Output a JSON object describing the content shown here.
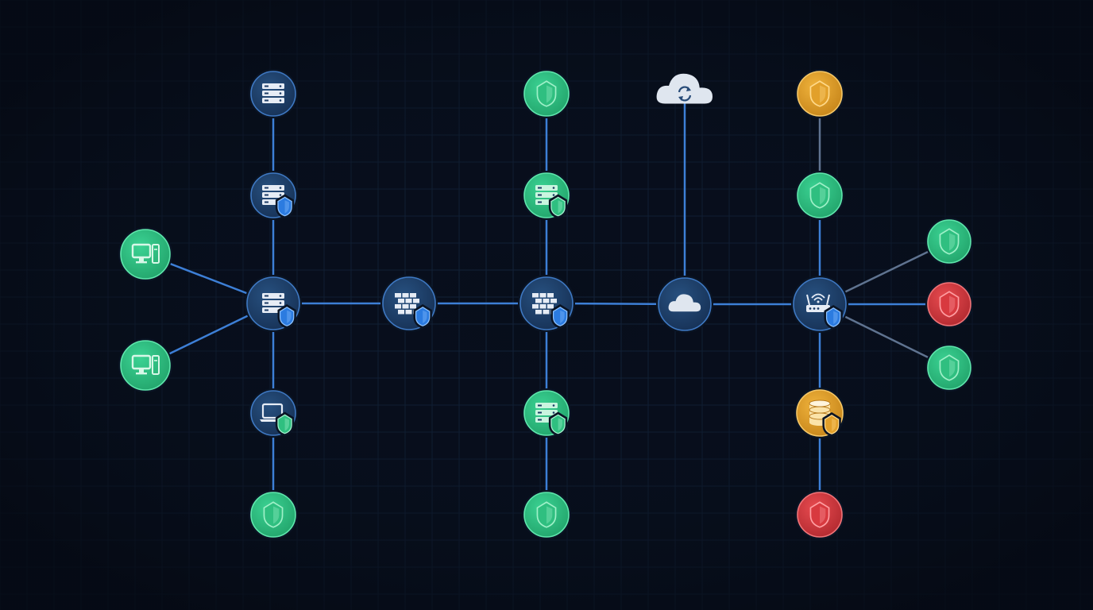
{
  "palette": {
    "background": "#070d1a",
    "grid": "#13233a",
    "link_blue": "#3d7fd6",
    "link_gray": "#5f7390",
    "node_blue": "#1d3c66",
    "node_blue_stroke": "#3e78c2",
    "device_white": "#e6ecf5",
    "badge_blue": "#2b7be0",
    "secure_green": "#2fbf80",
    "warning_amber": "#e2a02a",
    "critical_red": "#d8393f",
    "cloud_white": "#dfe6ef"
  },
  "legend": {},
  "nodes": [
    {
      "id": "rack-top",
      "name": "server-node-icon",
      "kind": "server",
      "status": "infra",
      "badge": false
    },
    {
      "id": "rack-mid",
      "name": "server-node-icon",
      "kind": "server",
      "status": "infra",
      "badge": true
    },
    {
      "id": "core-server",
      "name": "core-server-icon",
      "kind": "server",
      "status": "infra",
      "badge": true
    },
    {
      "id": "desktop-1",
      "name": "desktop-icon",
      "kind": "desktop",
      "status": "secure",
      "badge": false
    },
    {
      "id": "desktop-2",
      "name": "desktop-icon",
      "kind": "desktop",
      "status": "secure",
      "badge": false
    },
    {
      "id": "laptop",
      "name": "laptop-icon",
      "kind": "laptop",
      "status": "infra",
      "badge": true
    },
    {
      "id": "shield-bl",
      "name": "shield-icon",
      "kind": "shield",
      "status": "secure",
      "badge": false
    },
    {
      "id": "firewall-1",
      "name": "firewall-icon",
      "kind": "firewall",
      "status": "infra",
      "badge": true
    },
    {
      "id": "firewall-2",
      "name": "firewall-icon",
      "kind": "firewall",
      "status": "infra",
      "badge": true
    },
    {
      "id": "shield-t2",
      "name": "shield-icon",
      "kind": "shield",
      "status": "secure",
      "badge": false
    },
    {
      "id": "server-g1",
      "name": "server-node-icon",
      "kind": "server",
      "status": "secure",
      "badge": true
    },
    {
      "id": "server-g2",
      "name": "server-node-icon",
      "kind": "server",
      "status": "secure",
      "badge": true
    },
    {
      "id": "shield-b2",
      "name": "shield-icon",
      "kind": "shield",
      "status": "secure",
      "badge": false
    },
    {
      "id": "cloud-sync",
      "name": "cloud-sync-icon",
      "kind": "cloudsync",
      "status": "infra",
      "badge": false
    },
    {
      "id": "cloud-hub",
      "name": "cloud-icon",
      "kind": "cloud",
      "status": "infra",
      "badge": false
    },
    {
      "id": "shield-amber",
      "name": "shield-icon",
      "kind": "shield",
      "status": "warning",
      "badge": false
    },
    {
      "id": "shield-r2",
      "name": "shield-icon",
      "kind": "shield",
      "status": "secure",
      "badge": false
    },
    {
      "id": "router",
      "name": "wifi-router-icon",
      "kind": "router",
      "status": "infra",
      "badge": true
    },
    {
      "id": "shield-e1",
      "name": "shield-icon",
      "kind": "shield",
      "status": "secure",
      "badge": false
    },
    {
      "id": "shield-e2",
      "name": "shield-icon",
      "kind": "shield",
      "status": "critical",
      "badge": false
    },
    {
      "id": "shield-e3",
      "name": "shield-icon",
      "kind": "shield",
      "status": "secure",
      "badge": false
    },
    {
      "id": "database",
      "name": "database-icon",
      "kind": "database",
      "status": "warning",
      "badge": true
    },
    {
      "id": "shield-red",
      "name": "shield-icon",
      "kind": "shield",
      "status": "critical",
      "badge": false
    }
  ],
  "links": [
    {
      "from": "rack-top",
      "to": "rack-mid",
      "style": "blue"
    },
    {
      "from": "rack-mid",
      "to": "core-server",
      "style": "blue"
    },
    {
      "from": "core-server",
      "to": "laptop",
      "style": "blue"
    },
    {
      "from": "laptop",
      "to": "shield-bl",
      "style": "blue"
    },
    {
      "from": "desktop-1",
      "to": "core-server",
      "style": "blue"
    },
    {
      "from": "desktop-2",
      "to": "core-server",
      "style": "blue"
    },
    {
      "from": "core-server",
      "to": "firewall-1",
      "style": "blue"
    },
    {
      "from": "firewall-1",
      "to": "firewall-2",
      "style": "blue"
    },
    {
      "from": "shield-t2",
      "to": "server-g1",
      "style": "blue"
    },
    {
      "from": "server-g1",
      "to": "firewall-2",
      "style": "blue"
    },
    {
      "from": "firewall-2",
      "to": "server-g2",
      "style": "blue"
    },
    {
      "from": "server-g2",
      "to": "shield-b2",
      "style": "blue"
    },
    {
      "from": "firewall-2",
      "to": "cloud-hub",
      "style": "blue"
    },
    {
      "from": "cloud-sync",
      "to": "cloud-hub",
      "style": "blue"
    },
    {
      "from": "cloud-hub",
      "to": "router",
      "style": "blue"
    },
    {
      "from": "shield-amber",
      "to": "shield-r2",
      "style": "gray"
    },
    {
      "from": "shield-r2",
      "to": "router",
      "style": "blue"
    },
    {
      "from": "router",
      "to": "database",
      "style": "blue"
    },
    {
      "from": "database",
      "to": "shield-red",
      "style": "blue"
    },
    {
      "from": "router",
      "to": "shield-e1",
      "style": "gray"
    },
    {
      "from": "router",
      "to": "shield-e2",
      "style": "blue"
    },
    {
      "from": "router",
      "to": "shield-e3",
      "style": "gray"
    }
  ]
}
